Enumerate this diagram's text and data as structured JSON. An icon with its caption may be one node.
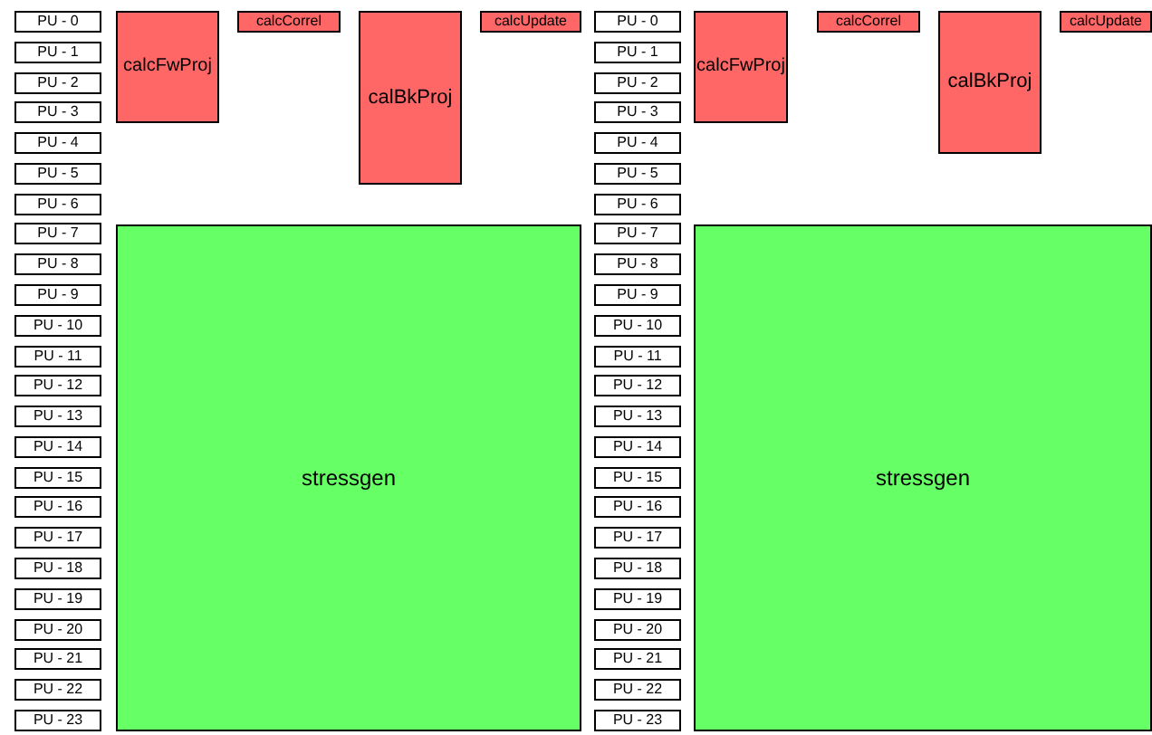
{
  "diagram": {
    "nodes": [
      {
        "text": [
          "PU - 0"
        ]
      },
      {
        "text": [
          "PU - 1"
        ]
      },
      {
        "text": [
          "PU - 2"
        ]
      },
      {
        "text": [
          "PU - 3"
        ]
      },
      {
        "text": [
          "PU - 4"
        ]
      },
      {
        "text": [
          "PU - 5"
        ]
      },
      {
        "text": [
          "PU - 6"
        ]
      },
      {
        "text": [
          "PU - 7"
        ]
      },
      {
        "text": [
          "PU - 8"
        ]
      },
      {
        "text": [
          "PU - 9"
        ]
      },
      {
        "text": [
          "PU - 10"
        ]
      },
      {
        "text": [
          "PU - 11"
        ]
      },
      {
        "text": [
          "PU - 12"
        ]
      },
      {
        "text": [
          "PU - 13"
        ]
      },
      {
        "text": [
          "PU - 14"
        ]
      },
      {
        "text": [
          "PU - 15"
        ]
      },
      {
        "text": [
          "PU - 16"
        ]
      },
      {
        "text": [
          "PU - 17"
        ]
      },
      {
        "text": [
          "PU - 18"
        ]
      },
      {
        "text": [
          "PU - 19"
        ]
      },
      {
        "text": [
          "PU - 20"
        ]
      },
      {
        "text": [
          "PU - 21"
        ]
      },
      {
        "text": [
          "PU - 22"
        ]
      },
      {
        "text": [
          "PU - 23"
        ]
      },
      {
        "text": [
          "calcFwProj"
        ]
      },
      {
        "text": [
          "calcCorrel"
        ]
      },
      {
        "text": [
          "calBkProj"
        ]
      },
      {
        "text": [
          "calcUpdate"
        ]
      },
      {
        "text": [
          "stressgen"
        ]
      },
      {
        "text": [
          "PU - 0"
        ]
      },
      {
        "text": [
          "PU - 1"
        ]
      },
      {
        "text": [
          "PU - 2"
        ]
      },
      {
        "text": [
          "PU - 3"
        ]
      },
      {
        "text": [
          "PU - 4"
        ]
      },
      {
        "text": [
          "PU - 5"
        ]
      },
      {
        "text": [
          "PU - 6"
        ]
      },
      {
        "text": [
          "PU - 7"
        ]
      },
      {
        "text": [
          "PU - 8"
        ]
      },
      {
        "text": [
          "PU - 9"
        ]
      },
      {
        "text": [
          "PU - 10"
        ]
      },
      {
        "text": [
          "PU - 11"
        ]
      },
      {
        "text": [
          "PU - 12"
        ]
      },
      {
        "text": [
          "PU - 13"
        ]
      },
      {
        "text": [
          "PU - 14"
        ]
      },
      {
        "text": [
          "PU - 15"
        ]
      },
      {
        "text": [
          "PU - 16"
        ]
      },
      {
        "text": [
          "PU - 17"
        ]
      },
      {
        "text": [
          "PU - 18"
        ]
      },
      {
        "text": [
          "PU - 19"
        ]
      },
      {
        "text": [
          "PU - 20"
        ]
      },
      {
        "text": [
          "PU - 21"
        ]
      },
      {
        "text": [
          "PU - 22"
        ]
      },
      {
        "text": [
          "PU - 23"
        ]
      },
      {
        "text": [
          "calcFwProj"
        ]
      },
      {
        "text": [
          "calcCorrel"
        ]
      },
      {
        "text": [
          "calBkProj"
        ]
      },
      {
        "text": [
          "calcUpdate"
        ]
      },
      {
        "text": [
          "stressgen"
        ]
      }
    ]
  }
}
